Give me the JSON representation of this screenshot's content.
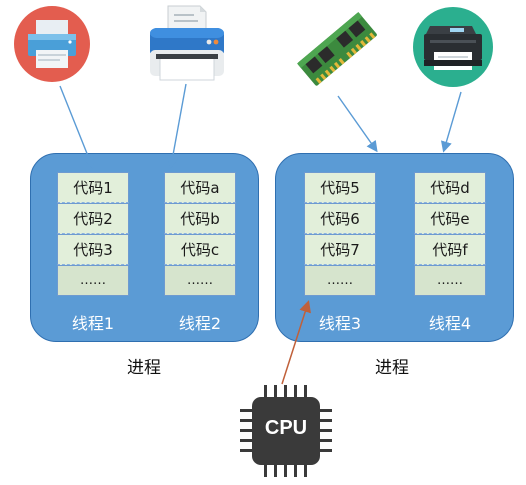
{
  "processes": [
    {
      "label": "进程",
      "threads": [
        {
          "label": "线程1",
          "codes": [
            "代码1",
            "代码2",
            "代码3",
            "……"
          ]
        },
        {
          "label": "线程2",
          "codes": [
            "代码a",
            "代码b",
            "代码c",
            "……"
          ]
        }
      ]
    },
    {
      "label": "进程",
      "threads": [
        {
          "label": "线程3",
          "codes": [
            "代码5",
            "代码6",
            "代码7",
            "……"
          ]
        },
        {
          "label": "线程4",
          "codes": [
            "代码d",
            "代码e",
            "代码f",
            "……"
          ]
        }
      ]
    }
  ],
  "cpu": {
    "label": "CPU"
  },
  "resources": [
    {
      "icon": "printer-icon"
    },
    {
      "icon": "desktop-printer-icon"
    },
    {
      "icon": "memory-module-icon"
    },
    {
      "icon": "multifunction-printer-icon"
    }
  ],
  "colors": {
    "process_fill": "#5b9bd5",
    "code_cell": "#e2efda",
    "arrow_blue": "#5b9bd5",
    "arrow_cpu": "#c0603a",
    "printer_circle_red": "#e35d4f",
    "printer_circle_teal": "#2baf8f"
  }
}
